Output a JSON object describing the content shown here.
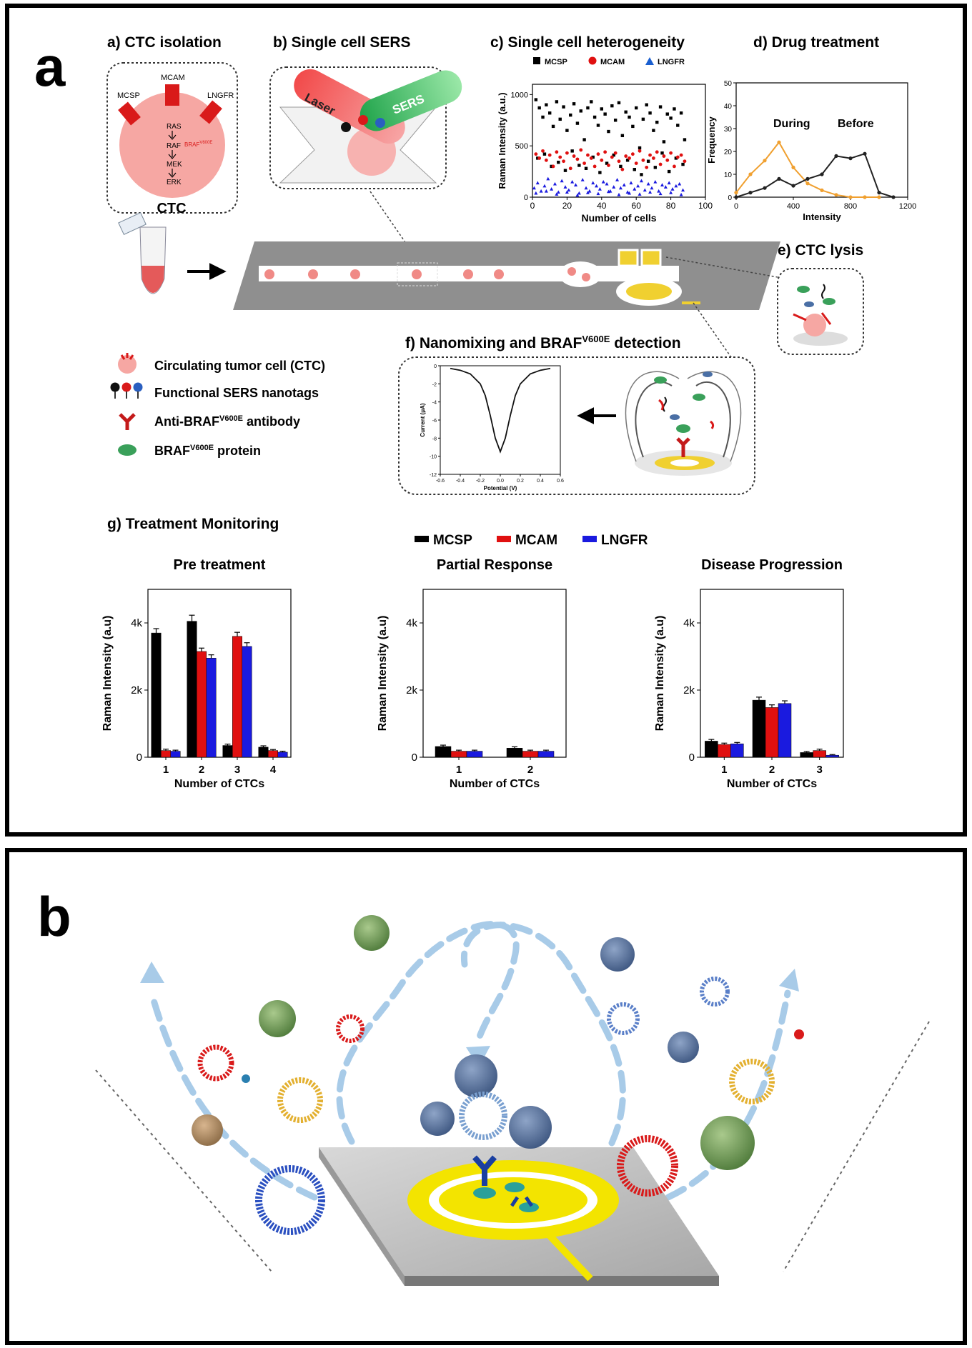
{
  "panel_a": {
    "letter": "a",
    "sections": {
      "a": "a) CTC isolation",
      "b": "b) Single cell SERS",
      "c": "c) Single cell heterogeneity",
      "d": "d) Drug treatment",
      "e": "e) CTC lysis",
      "f_prefix": "f) Nanomixing and BRAF",
      "f_sup": "V600E",
      "f_suffix": " detection",
      "g": "g) Treatment Monitoring"
    },
    "ctc_cell": {
      "markers": [
        "MCSP",
        "MCAM",
        "LNGFR"
      ],
      "pathway": [
        "RAS",
        "RAF",
        "MEK",
        "ERK"
      ],
      "mutation_label": "BRAF",
      "mutation_sup": "V600E",
      "label": "CTC"
    },
    "sers_box": {
      "laser": "Laser",
      "sers": "SERS"
    },
    "legend": {
      "items": [
        {
          "pre": "Circulating tumor cell (CTC)",
          "sup": "",
          "post": ""
        },
        {
          "pre": "Functional SERS nanotags",
          "sup": "",
          "post": ""
        },
        {
          "pre": "Anti-BRAF",
          "sup": "V600E",
          "post": " antibody"
        },
        {
          "pre": "BRAF",
          "sup": "V600E",
          "post": " protein"
        }
      ]
    },
    "colors": {
      "mcsp": "#000000",
      "mcam": "#e01010",
      "lngfr": "#1a1adf",
      "during": "#f0a030",
      "before": "#222222",
      "ctc": "#f6a7a3"
    }
  },
  "chart_data": [
    {
      "id": "c",
      "type": "scatter",
      "title": "",
      "xlabel": "Number of cells",
      "ylabel": "Raman Intensity (a.u.)",
      "xlim": [
        0,
        100
      ],
      "ylim": [
        0,
        1100
      ],
      "xticks": [
        "0",
        "20",
        "40",
        "60",
        "80",
        "100"
      ],
      "yticks": [
        "0",
        "500",
        "1000"
      ],
      "legend": [
        "MCSP",
        "MCAM",
        "LNGFR"
      ],
      "series": [
        {
          "name": "MCSP",
          "color": "#000000",
          "x": [
            2,
            4,
            6,
            8,
            10,
            12,
            14,
            16,
            18,
            20,
            22,
            24,
            26,
            28,
            30,
            32,
            34,
            36,
            38,
            40,
            42,
            44,
            46,
            48,
            50,
            52,
            54,
            56,
            58,
            60,
            62,
            64,
            66,
            68,
            70,
            72,
            74,
            76,
            78,
            80,
            82,
            84,
            86,
            88,
            3,
            7,
            11,
            15,
            19,
            23,
            27,
            31,
            35,
            39,
            43,
            47,
            51,
            55,
            59,
            63,
            67,
            71,
            75,
            79,
            83,
            87
          ],
          "y": [
            950,
            870,
            780,
            900,
            820,
            690,
            930,
            760,
            880,
            650,
            800,
            910,
            720,
            840,
            560,
            870,
            930,
            780,
            700,
            860,
            810,
            640,
            890,
            750,
            920,
            600,
            830,
            780,
            690,
            870,
            480,
            760,
            900,
            820,
            650,
            730,
            880,
            540,
            810,
            770,
            860,
            700,
            820,
            560,
            380,
            420,
            300,
            340,
            260,
            450,
            310,
            280,
            390,
            240,
            330,
            410,
            300,
            360,
            270,
            220,
            350,
            290,
            430,
            250,
            380,
            320
          ]
        },
        {
          "name": "MCAM",
          "color": "#e01010",
          "x": [
            2,
            4,
            6,
            8,
            10,
            12,
            14,
            16,
            18,
            20,
            22,
            24,
            26,
            28,
            30,
            32,
            34,
            36,
            38,
            40,
            42,
            44,
            46,
            48,
            50,
            52,
            54,
            56,
            58,
            60,
            62,
            64,
            66,
            68,
            70,
            72,
            74,
            76,
            78,
            80,
            82,
            84,
            86,
            88
          ],
          "y": [
            420,
            380,
            450,
            360,
            410,
            300,
            440,
            390,
            350,
            430,
            280,
            400,
            370,
            460,
            330,
            410,
            380,
            300,
            420,
            360,
            440,
            310,
            390,
            430,
            350,
            270,
            400,
            380,
            420,
            330,
            450,
            360,
            290,
            410,
            380,
            440,
            320,
            400,
            360,
            430,
            300,
            390,
            410,
            350
          ]
        },
        {
          "name": "LNGFR",
          "color": "#1a1adf",
          "x": [
            1,
            3,
            5,
            7,
            9,
            11,
            13,
            15,
            17,
            19,
            21,
            23,
            25,
            27,
            29,
            31,
            33,
            35,
            37,
            39,
            41,
            43,
            45,
            47,
            49,
            51,
            53,
            55,
            57,
            59,
            61,
            63,
            65,
            67,
            69,
            71,
            73,
            75,
            77,
            79,
            81,
            83,
            85,
            87,
            2,
            8,
            14,
            20,
            26,
            32,
            38,
            44,
            50,
            56,
            62,
            68,
            74,
            80,
            86
          ],
          "y": [
            90,
            140,
            60,
            110,
            180,
            80,
            130,
            50,
            160,
            100,
            70,
            150,
            120,
            40,
            170,
            90,
            60,
            140,
            110,
            80,
            150,
            130,
            60,
            100,
            170,
            90,
            120,
            50,
            140,
            80,
            110,
            160,
            70,
            130,
            90,
            150,
            60,
            120,
            100,
            140,
            80,
            110,
            130,
            70,
            40,
            60,
            30,
            50,
            20,
            45,
            35,
            55,
            25,
            40,
            30,
            50,
            35,
            45,
            25
          ]
        }
      ]
    },
    {
      "id": "d",
      "type": "line",
      "title": "",
      "xlabel": "Intensity",
      "ylabel": "Frequency",
      "xlim": [
        0,
        1200
      ],
      "ylim": [
        0,
        50
      ],
      "xticks": [
        "0",
        "400",
        "800",
        "1200"
      ],
      "yticks": [
        "0",
        "10",
        "20",
        "30",
        "40",
        "50"
      ],
      "annotations": [
        "During",
        "Before"
      ],
      "series": [
        {
          "name": "During",
          "color": "#f0a030",
          "x": [
            0,
            100,
            200,
            300,
            400,
            500,
            600,
            700,
            800,
            900,
            1000
          ],
          "y": [
            2,
            10,
            16,
            24,
            13,
            6,
            3,
            1,
            0,
            0,
            0
          ]
        },
        {
          "name": "Before",
          "color": "#222222",
          "x": [
            0,
            100,
            200,
            300,
            400,
            500,
            600,
            700,
            800,
            900,
            1000,
            1100
          ],
          "y": [
            0,
            2,
            4,
            8,
            5,
            8,
            10,
            18,
            17,
            19,
            2,
            0
          ]
        }
      ]
    },
    {
      "id": "f",
      "type": "line",
      "title": "",
      "xlabel": "Potential (V)",
      "ylabel": "Current (μA)",
      "xlim": [
        -0.6,
        0.6
      ],
      "ylim": [
        -12,
        0
      ],
      "xticks": [
        "-0.6",
        "-0.4",
        "-0.2",
        "0.0",
        "0.2",
        "0.4",
        "0.6"
      ],
      "yticks": [
        "0",
        "-2",
        "-4",
        "-6",
        "-8",
        "-10",
        "-12"
      ],
      "series": [
        {
          "name": "",
          "color": "#111111",
          "x": [
            -0.5,
            -0.4,
            -0.3,
            -0.2,
            -0.15,
            -0.1,
            -0.05,
            0.0,
            0.05,
            0.1,
            0.15,
            0.2,
            0.3,
            0.4,
            0.5
          ],
          "y": [
            -0.3,
            -0.5,
            -0.9,
            -2.0,
            -3.3,
            -5.5,
            -8.0,
            -9.5,
            -8.0,
            -5.5,
            -3.3,
            -2.0,
            -0.9,
            -0.5,
            -0.3
          ]
        }
      ]
    },
    {
      "id": "g",
      "type": "bar",
      "legend": [
        "MCSP",
        "MCAM",
        "LNGFR"
      ],
      "ylabel": "Raman Intensity (a.u)",
      "xlabel": "Number of CTCs",
      "ylim": [
        0,
        5000
      ],
      "yticks": [
        "0",
        "2k",
        "4k"
      ],
      "panels": [
        {
          "title": "Pre treatment",
          "categories": [
            "1",
            "2",
            "3",
            "4"
          ],
          "series": [
            {
              "name": "MCSP",
              "values": [
                3700,
                4050,
                350,
                300
              ],
              "errors": [
                130,
                180,
                40,
                40
              ]
            },
            {
              "name": "MCAM",
              "values": [
                200,
                3150,
                3600,
                200
              ],
              "errors": [
                40,
                100,
                120,
                30
              ]
            },
            {
              "name": "LNGFR",
              "values": [
                180,
                2950,
                3300,
                150
              ],
              "errors": [
                30,
                100,
                110,
                30
              ]
            }
          ]
        },
        {
          "title": "Partial Response",
          "categories": [
            "1",
            "2"
          ],
          "series": [
            {
              "name": "MCSP",
              "values": [
                320,
                270
              ],
              "errors": [
                40,
                40
              ]
            },
            {
              "name": "MCAM",
              "values": [
                180,
                180
              ],
              "errors": [
                30,
                30
              ]
            },
            {
              "name": "LNGFR",
              "values": [
                180,
                180
              ],
              "errors": [
                30,
                30
              ]
            }
          ]
        },
        {
          "title": "Disease Progression",
          "categories": [
            "1",
            "2",
            "3"
          ],
          "series": [
            {
              "name": "MCSP",
              "values": [
                480,
                1700,
                140
              ],
              "errors": [
                50,
                90,
                30
              ]
            },
            {
              "name": "MCAM",
              "values": [
                380,
                1480,
                200
              ],
              "errors": [
                40,
                80,
                40
              ]
            },
            {
              "name": "LNGFR",
              "values": [
                400,
                1600,
                60
              ],
              "errors": [
                40,
                80,
                20
              ]
            }
          ]
        }
      ]
    }
  ],
  "panel_b": {
    "letter": "b"
  }
}
